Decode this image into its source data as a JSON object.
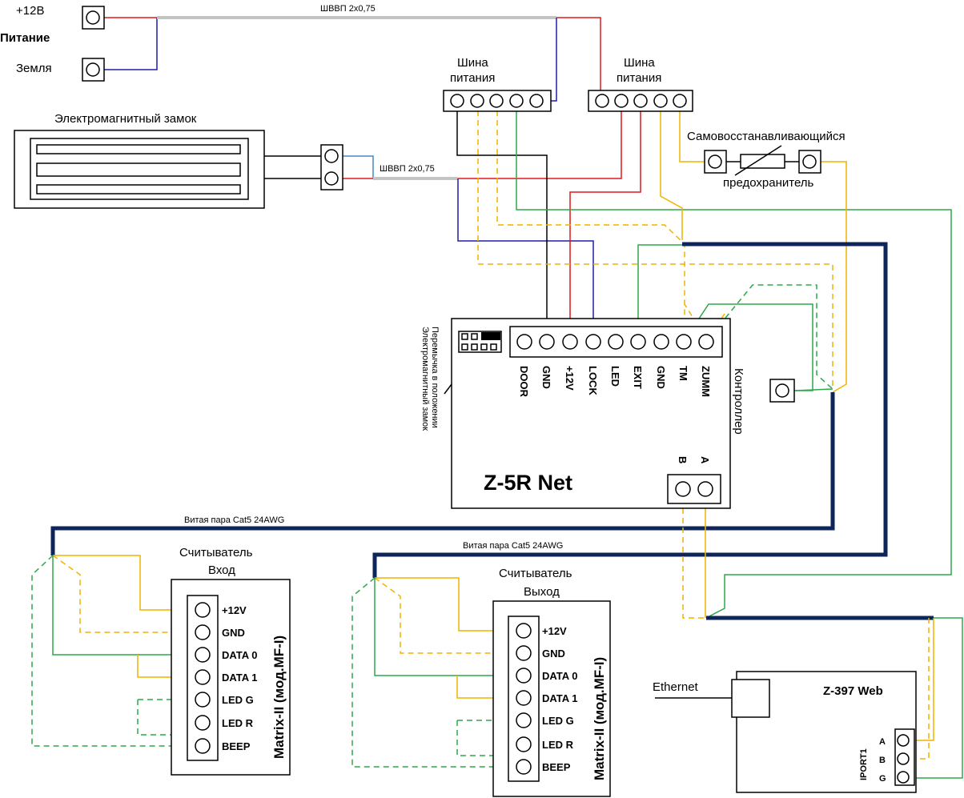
{
  "power": {
    "plus12": "+12В",
    "power_label": "Питание",
    "ground": "Земля",
    "cable_top": "ШВВП 2х0,75"
  },
  "bus_left": {
    "line1": "Шина",
    "line2": "питания"
  },
  "bus_right": {
    "line1": "Шина",
    "line2": "питания"
  },
  "lock": {
    "title": "Электромагнитный замок",
    "cable": "ШВВП 2х0,75"
  },
  "fuse": {
    "line1": "Самовосстанавливающийся",
    "line2": "предохранитель"
  },
  "jumper": {
    "line1": "Перемычка в положении",
    "line2": "Электромагнитный замок"
  },
  "controller": {
    "pins": [
      "DOOR",
      "GND",
      "+12V",
      "LOCK",
      "LED",
      "EXIT",
      "GND",
      "TM",
      "ZUMM"
    ],
    "side_label": "Контроллер",
    "name": "Z-5R Net",
    "port_a": "A",
    "port_b": "B"
  },
  "cable_cat5_1": "Витая пара Cat5 24AWG",
  "cable_cat5_2": "Витая пара Cat5 24AWG",
  "reader_in": {
    "title1": "Считыватель",
    "title2": "Вход",
    "model": "Matrix-II (мод.MF-I)",
    "pins": [
      "+12V",
      "GND",
      "DATA 0",
      "DATA 1",
      "LED G",
      "LED R",
      "BEEP"
    ]
  },
  "reader_out": {
    "title1": "Считыватель",
    "title2": "Выход",
    "model": "Matrix-II (мод.MF-I)",
    "pins": [
      "+12V",
      "GND",
      "DATA 0",
      "DATA 1",
      "LED G",
      "LED R",
      "BEEP"
    ]
  },
  "web": {
    "ethernet": "Ethernet",
    "name": "Z-397 Web",
    "iport": "IPORT1",
    "pins": [
      "A",
      "B",
      "G"
    ]
  },
  "colors": {
    "red": "#e0191b",
    "blue": "#1f1fa8",
    "light_blue": "#4a86c0",
    "green": "#2ea84a",
    "yellow": "#f0b400",
    "navy_cable": "#0d2558",
    "gray_cable": "#c4c4c4"
  }
}
